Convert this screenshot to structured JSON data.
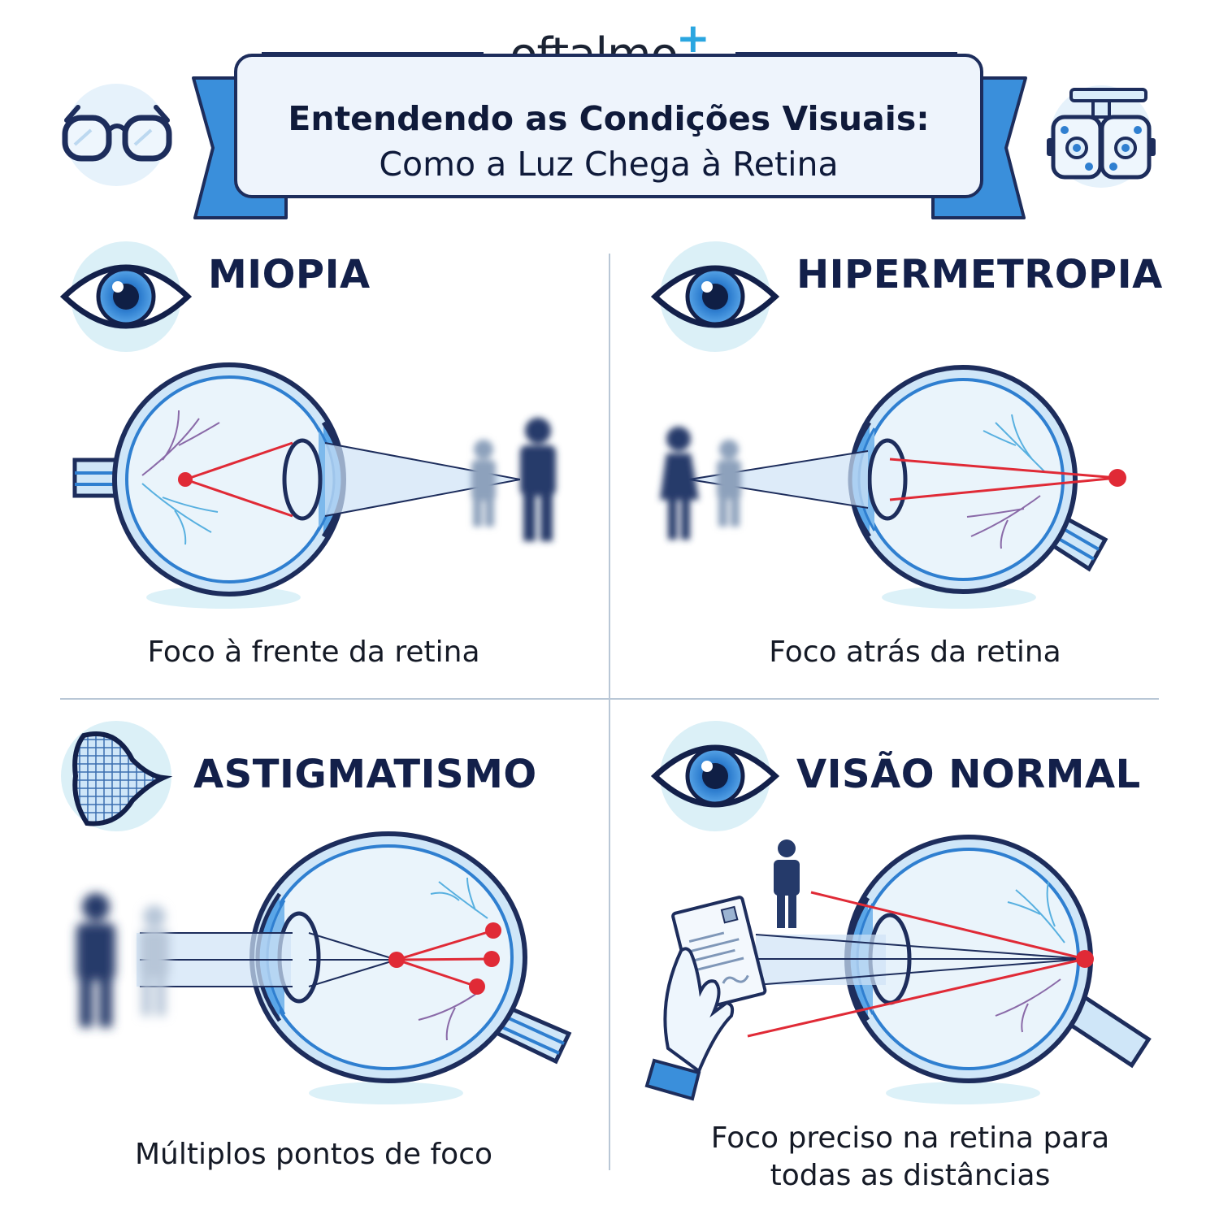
{
  "brand": {
    "name": "oftalmo",
    "mark": "+"
  },
  "header": {
    "title_line1": "Entendendo as Condições Visuais:",
    "title_line2": "Como a Luz Chega à Retina",
    "left_icon": "glasses-icon",
    "right_icon": "phoropter-icon"
  },
  "quadrants": [
    {
      "id": "miopia",
      "title": "MIOPIA",
      "icon": "eye-icon",
      "caption": "Foco à frente da retina"
    },
    {
      "id": "hipermetropia",
      "title": "HIPERMETROPIA",
      "icon": "eye-icon",
      "caption": "Foco atrás da retina"
    },
    {
      "id": "astigmatismo",
      "title": "ASTIGMATISMO",
      "icon": "cornea-mesh-icon",
      "caption": "Múltiplos pontos de foco"
    },
    {
      "id": "visao-normal",
      "title": "VISÃO NORMAL",
      "icon": "eye-icon",
      "caption_line1": "Foco preciso na retina para",
      "caption_line2": "todas as distâncias"
    }
  ],
  "colors": {
    "navy": "#1d2d5c",
    "blue": "#2f7fd0",
    "light_blue": "#dceefb",
    "focus_red": "#e02a36",
    "divider": "#b9c7d6"
  }
}
